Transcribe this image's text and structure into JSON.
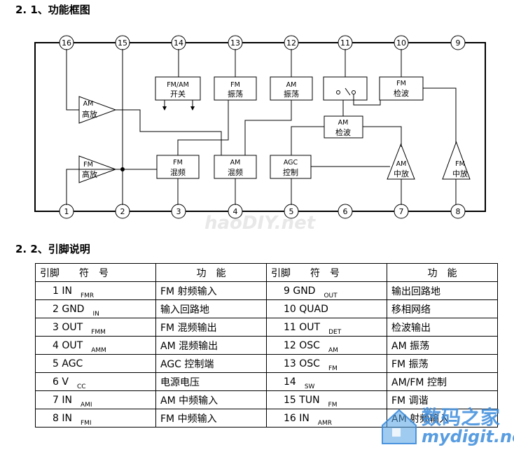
{
  "section1_title": "2. 1、功能框图",
  "section2_title": "2. 2、引脚说明",
  "pins_top": [
    "16",
    "15",
    "14",
    "13",
    "12",
    "11",
    "10",
    "9"
  ],
  "pins_bottom": [
    "1",
    "2",
    "3",
    "4",
    "5",
    "6",
    "7",
    "8"
  ],
  "blocks": {
    "fmam_switch": [
      "FM/AM",
      "开关"
    ],
    "fm_osc": [
      "FM",
      "振荡"
    ],
    "am_osc": [
      "AM",
      "振荡"
    ],
    "fm_det": [
      "FM",
      "检波"
    ],
    "am_det": [
      "AM",
      "检波"
    ],
    "fm_mix": [
      "FM",
      "混频"
    ],
    "am_mix": [
      "AM",
      "混频"
    ],
    "agc": [
      "AGC",
      "控制"
    ],
    "am_rf": [
      "AM",
      "高放"
    ],
    "fm_rf": [
      "FM",
      "高放"
    ],
    "am_if": [
      "AM",
      "中放"
    ],
    "fm_if": [
      "FM",
      "中放"
    ]
  },
  "watermark": {
    "site1": "haoDIY.net",
    "site2_cn": "数码之家",
    "site2_url": "mydigit.net"
  },
  "table": {
    "headers": [
      "引脚　　符　号",
      "功　能",
      "引脚　　符　号",
      "功　能"
    ],
    "rows": [
      [
        {
          "pin": "1 IN",
          "sub": "FMR"
        },
        "FM 射频输入",
        {
          "pin": "9 GND",
          "sub": "OUT"
        },
        "输出回路地"
      ],
      [
        {
          "pin": "2 GND",
          "sub": "IN"
        },
        "输入回路地",
        {
          "pin": "10 QUAD",
          "sub": ""
        },
        "移相网络"
      ],
      [
        {
          "pin": "3 OUT",
          "sub": "FMM"
        },
        "FM 混频输出",
        {
          "pin": "11 OUT",
          "sub": "DET"
        },
        "检波输出"
      ],
      [
        {
          "pin": "4 OUT",
          "sub": "AMM"
        },
        "AM 混频输出",
        {
          "pin": "12 OSC",
          "sub": "AM"
        },
        "AM 振荡"
      ],
      [
        {
          "pin": "5 AGC",
          "sub": ""
        },
        "AGC 控制端",
        {
          "pin": "13 OSC",
          "sub": "FM"
        },
        "FM 振荡"
      ],
      [
        {
          "pin": "6 V",
          "sub": "CC"
        },
        "电源电压",
        {
          "pin": "14",
          "sub": "SW"
        },
        "AM/FM 控制"
      ],
      [
        {
          "pin": "7 IN",
          "sub": "AMI"
        },
        "AM 中频输入",
        {
          "pin": "15 TUN",
          "sub": "FM"
        },
        "FM 调谐"
      ],
      [
        {
          "pin": "8 IN",
          "sub": "FMI"
        },
        "FM 中频输入",
        {
          "pin": "16 IN",
          "sub": "AMR"
        },
        "AM 射频输入"
      ]
    ]
  }
}
